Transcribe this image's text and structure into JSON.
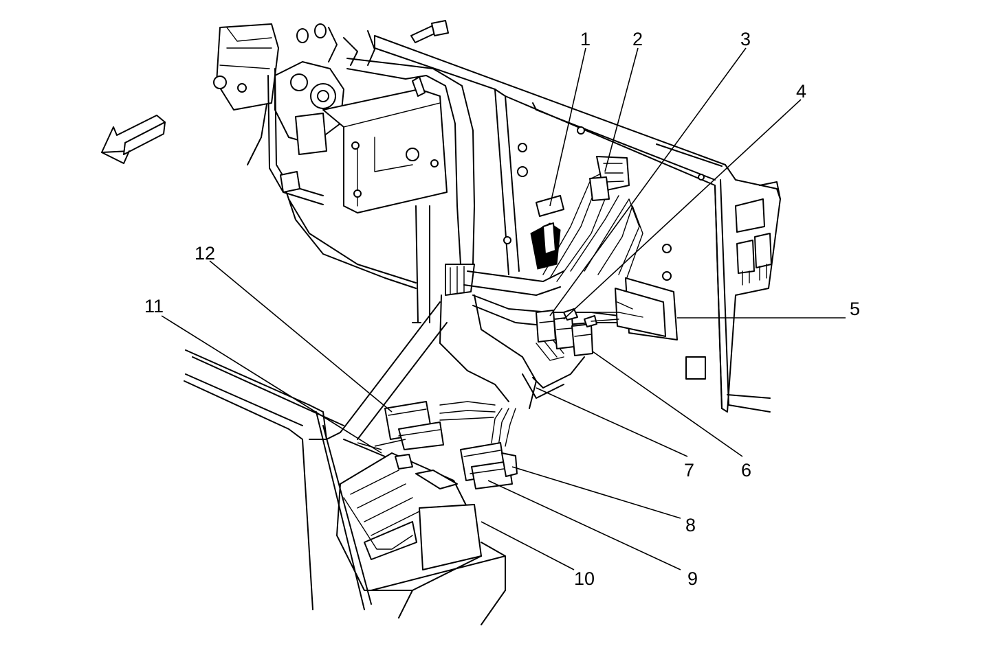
{
  "callouts": {
    "c1": "1",
    "c2": "2",
    "c3": "3",
    "c4": "4",
    "c5": "5",
    "c6": "6",
    "c7": "7",
    "c8": "8",
    "c9": "9",
    "c10": "10",
    "c11": "11",
    "c12": "12"
  },
  "icons": {
    "direction_arrow": "front-direction-arrow-icon"
  },
  "colors": {
    "ink": "#000000",
    "paper": "#ffffff"
  }
}
